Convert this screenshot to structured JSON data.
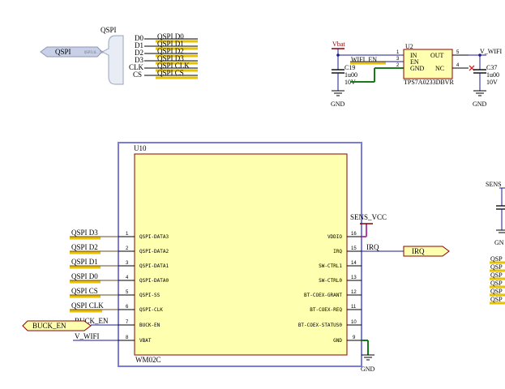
{
  "qspi_port": {
    "name": "QSPI",
    "port_label": "QSPI",
    "entry_label": "QSPI(0..5)",
    "members": [
      {
        "pin": "D0",
        "net": "QSPI D0"
      },
      {
        "pin": "D1",
        "net": "QSPI D1"
      },
      {
        "pin": "D2",
        "net": "QSPI D2"
      },
      {
        "pin": "D3",
        "net": "QSPI D3"
      },
      {
        "pin": "CLK",
        "net": "QSPI CLK"
      },
      {
        "pin": "CS",
        "net": "QSPI CS"
      }
    ]
  },
  "regulator": {
    "vbat_label": "Vbat",
    "designator": "U2",
    "part": "TPS7A0233DBVR",
    "enable_net": "WIFI_EN",
    "out_net": "V_WIFI",
    "pins": {
      "in": {
        "num": "1",
        "name": "IN"
      },
      "en": {
        "num": "3",
        "name": "EN"
      },
      "gnd": {
        "num": "2",
        "name": "GND"
      },
      "out": {
        "num": "5",
        "name": "OUT"
      },
      "nc": {
        "num": "4",
        "name": "NC"
      }
    },
    "c_in": {
      "ref": "C19",
      "value": "1u00",
      "voltage": "10V"
    },
    "c_out": {
      "ref": "C37",
      "value": "1u00",
      "voltage": "10V"
    },
    "gnd_left": "GND",
    "gnd_right": "GND"
  },
  "module": {
    "designator": "U10",
    "part": "WM02C",
    "left_pins": [
      {
        "num": "1",
        "name": "QSPI-DATA3",
        "net": "QSPI D3"
      },
      {
        "num": "2",
        "name": "QSPI-DATA2",
        "net": "QSPI D2"
      },
      {
        "num": "3",
        "name": "QSPI-DATA1",
        "net": "QSPI D1"
      },
      {
        "num": "4",
        "name": "QSPI-DATA0",
        "net": "QSPI D0"
      },
      {
        "num": "5",
        "name": "QSPI-SS",
        "net": "QSPI CS"
      },
      {
        "num": "6",
        "name": "QSPI-CLK",
        "net": "QSPI CLK"
      },
      {
        "num": "7",
        "name": "BUCK-EN",
        "net": "BUCK_EN"
      },
      {
        "num": "8",
        "name": "VBAT",
        "net": "V_WIFI"
      }
    ],
    "right_pins": [
      {
        "num": "16",
        "name": "VDDIO",
        "net": "SENS_VCC"
      },
      {
        "num": "15",
        "name": "IRQ",
        "net": "IRQ"
      },
      {
        "num": "14",
        "name": "SW-CTRL1",
        "net": ""
      },
      {
        "num": "13",
        "name": "SW-CTRL0",
        "net": ""
      },
      {
        "num": "12",
        "name": "BT-COEX-GRANT",
        "net": ""
      },
      {
        "num": "11",
        "name": "BT-COEX-REQ",
        "net": ""
      },
      {
        "num": "10",
        "name": "BT-COEX-STATUS0",
        "net": ""
      },
      {
        "num": "9",
        "name": "GND",
        "net": "GND"
      }
    ],
    "buck_port": "BUCK_EN",
    "irq_port": "IRQ",
    "gnd_label": "GND"
  },
  "right_edge": {
    "sens_label": "SENS",
    "gnd_label": "GN",
    "qspi_stubs": [
      "QSP",
      "QSP",
      "QSP",
      "QSP",
      "QSP",
      "QSP"
    ]
  },
  "colors": {
    "component_fill": "#ffffb0",
    "component_outline": "#8b0000",
    "wire": "#1a1a8c",
    "net_label_underline": "#e6c200",
    "gnd_highlight": "#1a7a1a",
    "power_highlight": "#b040b0",
    "harness": "#c8d0e8"
  }
}
